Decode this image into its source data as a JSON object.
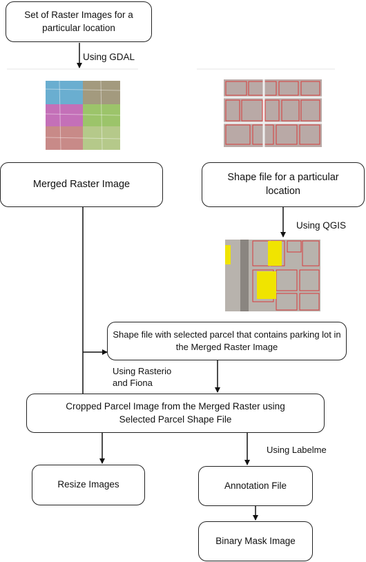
{
  "nodes": {
    "raster_set": "Set of Raster Images for a particular location",
    "merged_raster": "Merged Raster Image",
    "shape_file": "Shape file for a particular location",
    "selected_parcel": "Shape file with selected parcel that contains parking lot in the Merged Raster Image",
    "cropped_parcel": "Cropped Parcel Image from the Merged Raster using Selected Parcel Shape File",
    "resize": "Resize Images",
    "annotation": "Annotation File",
    "binary_mask": "Binary Mask Image"
  },
  "edge_labels": {
    "gdal": "Using GDAL",
    "qgis": "Using QGIS",
    "rasterio": "Using Rasterio\nand Fiona",
    "labelme": "Using Labelme"
  },
  "colors": {
    "tile_blue": "#6aaed0",
    "tile_tan": "#a39a7e",
    "tile_magenta": "#c470b8",
    "tile_green": "#9cc46a",
    "tile_rose": "#c88a88",
    "parcel_red": "#d83a3a",
    "highlight_yellow": "#f0e400"
  }
}
